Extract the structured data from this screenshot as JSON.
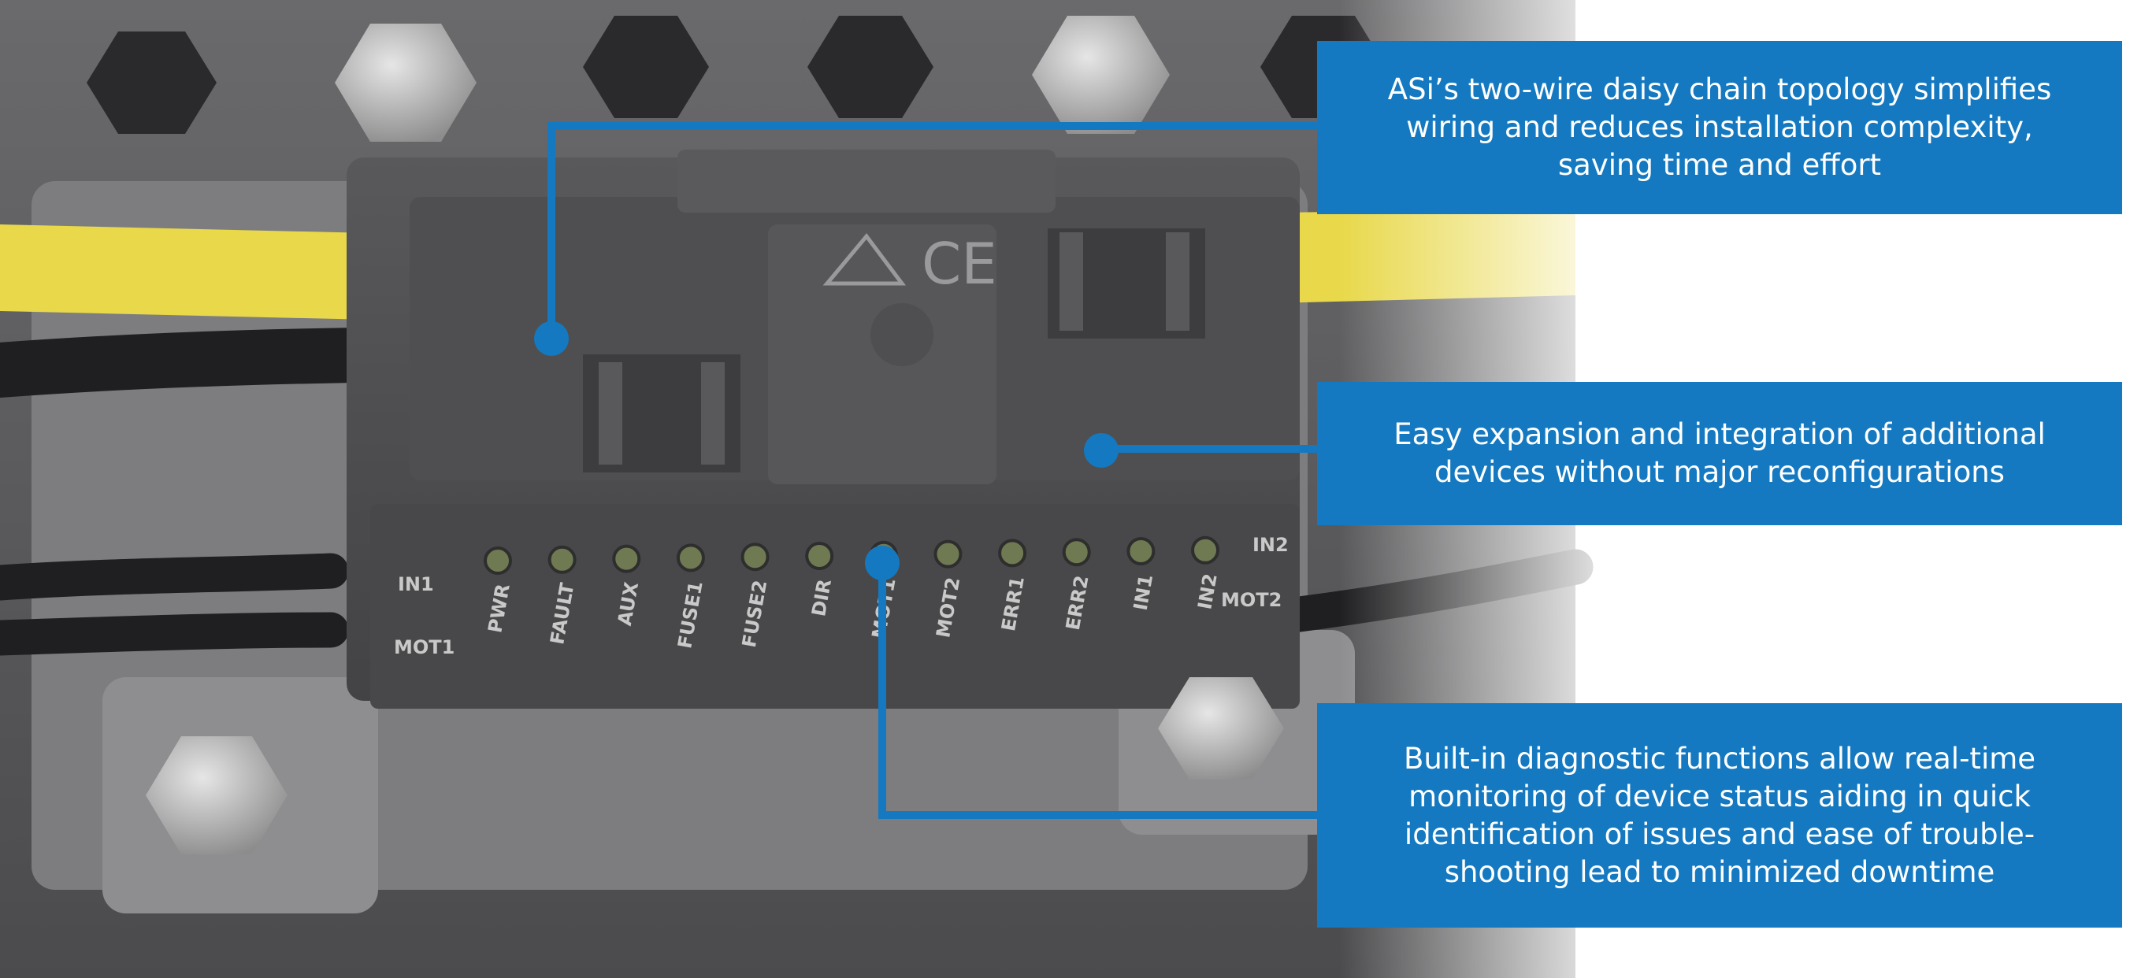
{
  "callouts": [
    {
      "text": "ASi’s two-wire daisy chain topology simplifies\nwiring and reduces installation complexity,\nsaving time and effort"
    },
    {
      "text": "Easy expansion and integration of additional\ndevices without major reconfigurations"
    },
    {
      "text": "Built-in diagnostic functions allow real-time\nmonitoring of device status aiding in quick\nidentification of issues and ease of trouble-\nshooting lead to minimized downtime"
    }
  ],
  "module": {
    "ce_mark": "CE",
    "side_labels": {
      "left_top": "IN1",
      "left_bottom": "MOT1",
      "right_top": "IN2",
      "right_bottom": "MOT2"
    },
    "leds": [
      "PWR",
      "FAULT",
      "AUX",
      "FUSE1",
      "FUSE2",
      "DIR",
      "MOT1",
      "MOT2",
      "ERR1",
      "ERR2",
      "IN1",
      "IN2"
    ]
  },
  "colors": {
    "accent": "#1479c0",
    "cable": "#e8d84a",
    "housing": "#4a4a4c",
    "panel": "#5c5c5e"
  }
}
